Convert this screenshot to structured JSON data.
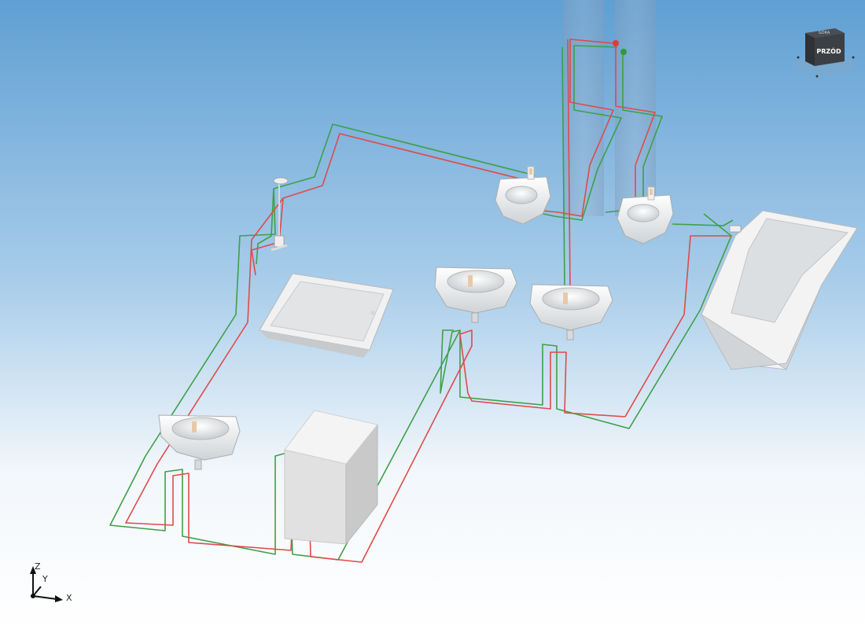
{
  "viewport": {
    "background_top": "#5f9fd3",
    "background_bottom": "#ffffff"
  },
  "view_cube": {
    "top_label": "GÓRA",
    "front_label": "PRZÓD"
  },
  "axis_indicator": {
    "z_label": "Z",
    "y_label": "Y",
    "x_label": "X"
  },
  "pipes": {
    "hot_water_color": "#e04a4a",
    "cold_water_color": "#3da048"
  },
  "fixtures": [
    {
      "name": "shower-head"
    },
    {
      "name": "shower-tray"
    },
    {
      "name": "washbasin-left"
    },
    {
      "name": "washing-machine"
    },
    {
      "name": "washbasin-center"
    },
    {
      "name": "washbasin-right"
    },
    {
      "name": "wall-hung-toilet-left"
    },
    {
      "name": "wall-hung-bidet-right"
    },
    {
      "name": "bathtub"
    }
  ]
}
